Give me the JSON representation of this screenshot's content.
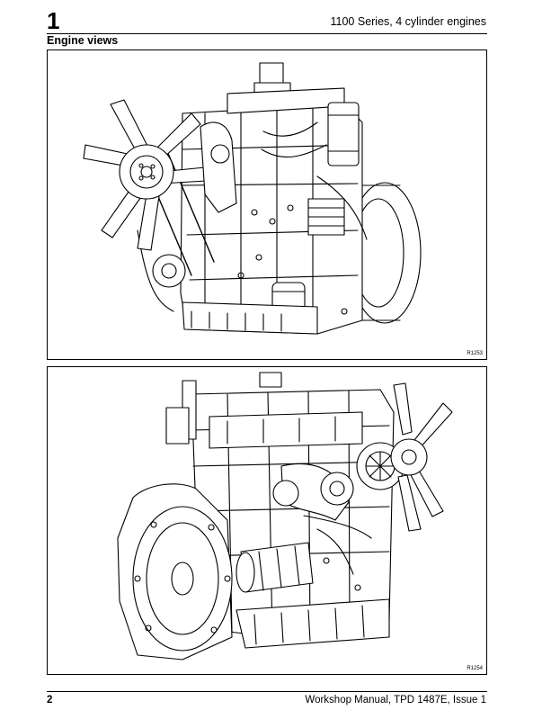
{
  "header": {
    "chapter_number": "1",
    "series_title": "1100 Series, 4 cylinder engines"
  },
  "section_title": "Engine views",
  "figures": [
    {
      "reference": "R1253",
      "illustration": "engine-view-fan-side"
    },
    {
      "reference": "R1254",
      "illustration": "engine-view-flywheel-side"
    }
  ],
  "footer": {
    "page_number": "2",
    "manual_title": "Workshop Manual, TPD 1487E, Issue 1"
  }
}
